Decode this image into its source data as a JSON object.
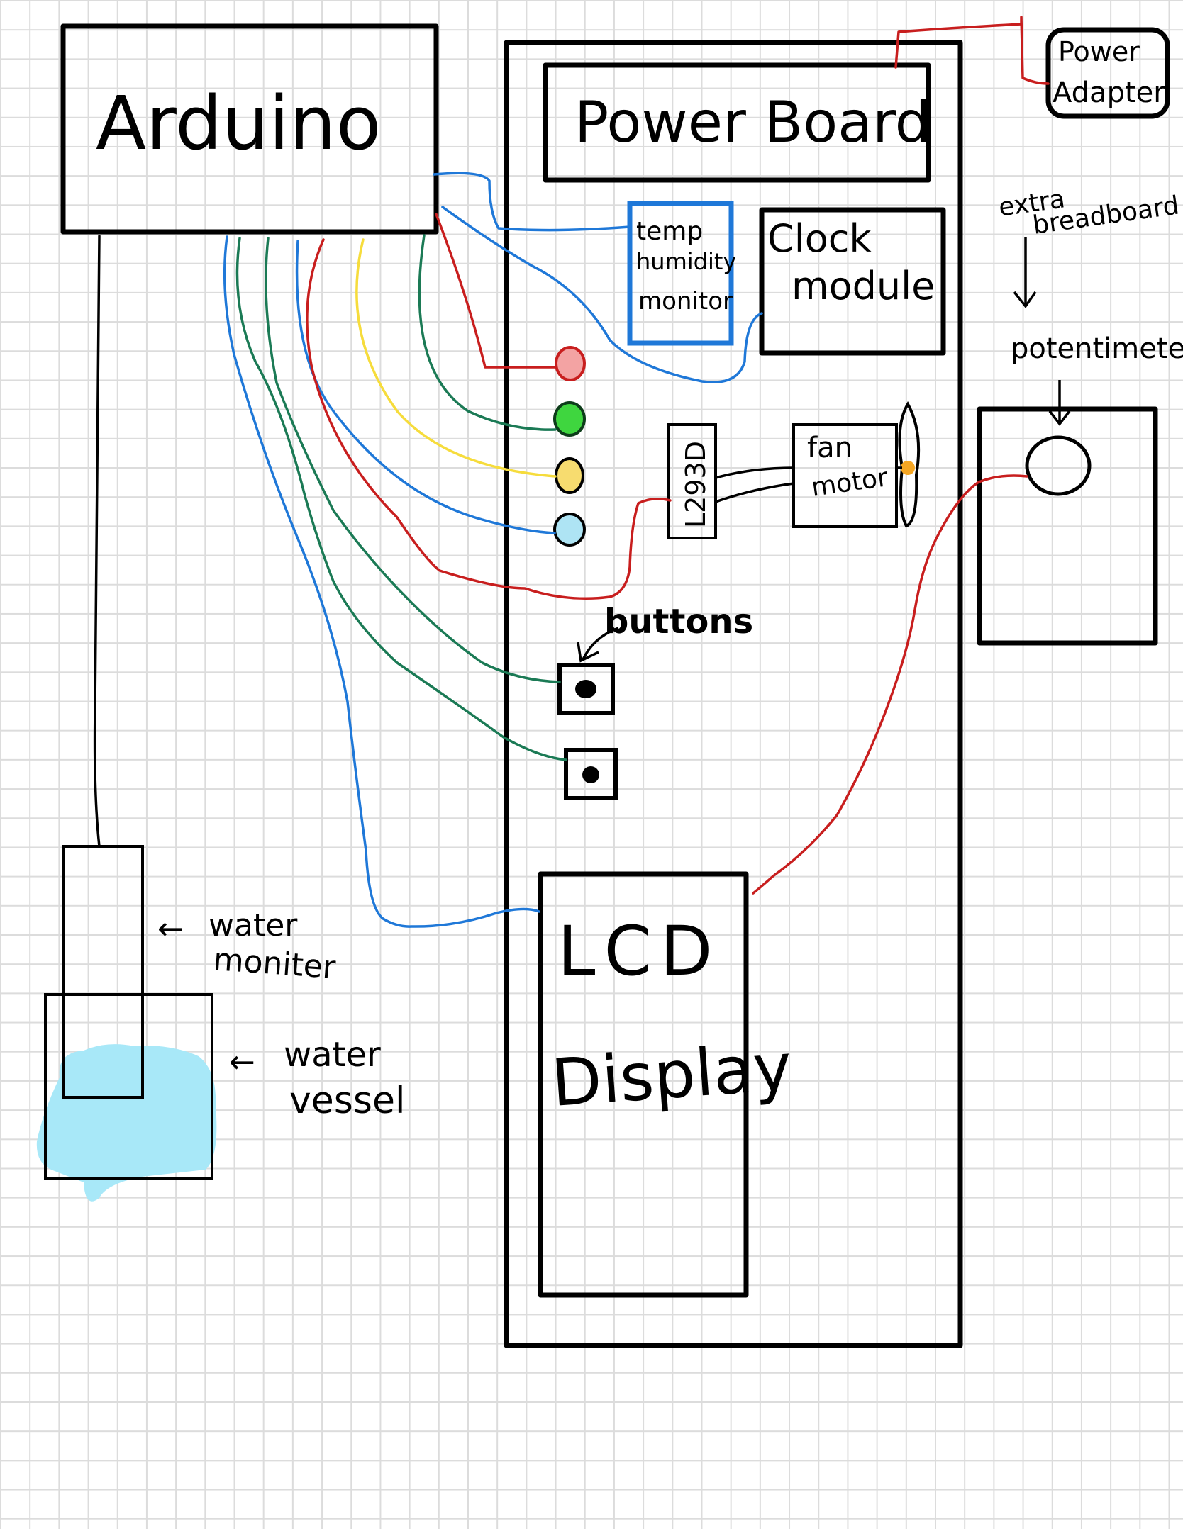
{
  "labels": {
    "arduino": "Arduino",
    "power_board": "Power Board",
    "power_adapter_1": "Power",
    "power_adapter_2": "Adapter",
    "temp_1": "temp",
    "temp_2": "humidity",
    "temp_3": "monitor",
    "clock_1": "Clock",
    "clock_2": "module",
    "extra_1": "extra",
    "extra_2": "breadboard",
    "potentiometer": "potentimeter",
    "l293d": "L293D",
    "fan_1": "fan",
    "fan_2": "motor",
    "buttons": "buttons",
    "lcd_1": "LCD",
    "lcd_2": "Display",
    "water_monitor_1": "water",
    "water_monitor_2": "moniter",
    "water_vessel_1": "water",
    "water_vessel_2": "vessel",
    "arrow_left": "←"
  },
  "colors": {
    "red_wire": "#c81e1e",
    "blue_wire": "#1f78d8",
    "green_wire": "#1b7a55",
    "yellow_wire": "#f6dc3c",
    "black_wire": "#000000",
    "led_red_fill": "#f3a3a3",
    "led_green_fill": "#3fd63f",
    "led_yellow_fill": "#f7dc6f",
    "led_blue_fill": "#aee4f4",
    "water_fill": "#a8e8f8",
    "fan_hub": "#f5a623"
  }
}
